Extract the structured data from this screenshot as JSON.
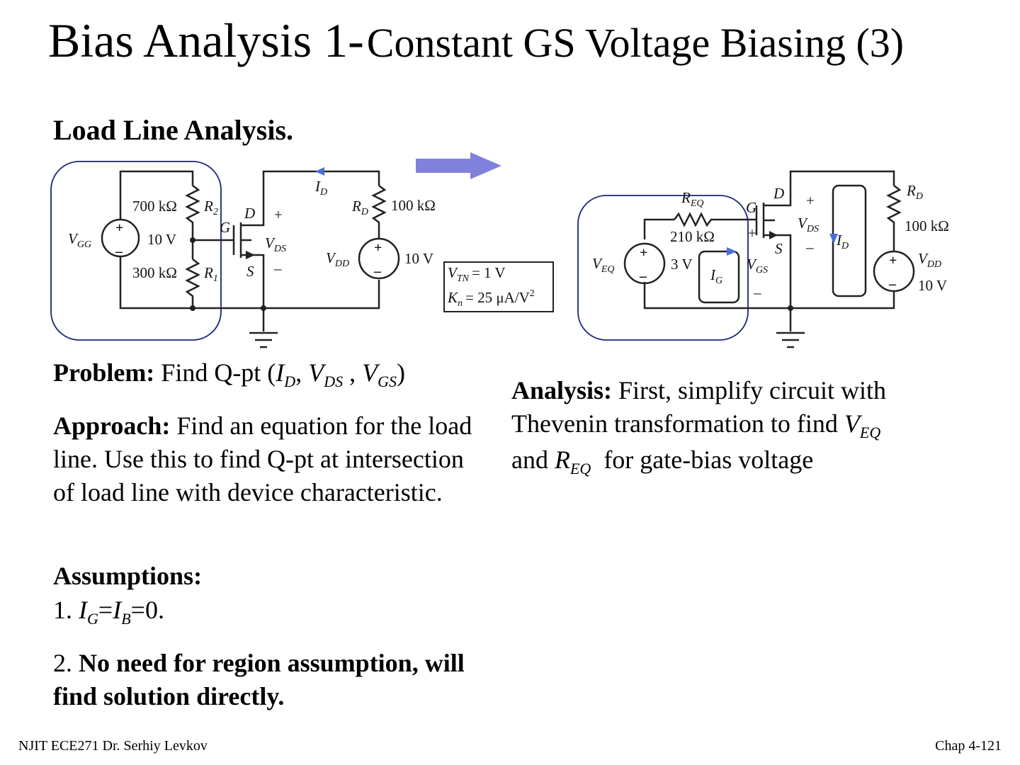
{
  "slide": {
    "title_main": "Bias Analysis 1-",
    "title_rest": "Constant GS Voltage Biasing (3)",
    "subtitle": "Load Line Analysis.",
    "problem_label": "Problem:",
    "problem_text": "Find Q-pt (",
    "problem_vars": [
      "I",
      "D",
      "V",
      "DS",
      "V",
      "GS"
    ],
    "approach_label": "Approach:",
    "approach_text": "Find an equation for the load line.  Use this to find Q-pt at intersection of load line with device characteristic.",
    "assumptions_label": "Assumptions:",
    "assumption1_prefix": "1.",
    "assumption1_tail": "=0.",
    "assumption2_prefix": "2.",
    "assumption2_bold": "No need for region assumption, will find solution directly.",
    "analysis_label": "Analysis:",
    "analysis_text1": "First, simplify circuit with Thevenin transformation to find",
    "analysis_and": "and",
    "analysis_text2": "for gate-bias voltage"
  },
  "circuit_left": {
    "vgg": "V",
    "vgg_sub": "GG",
    "vgg_value": "10 V",
    "r2_value": "700 kΩ",
    "r2": "R",
    "r2_sub": "2",
    "r1_value": "300 kΩ",
    "r1": "R",
    "r1_sub": "1",
    "rd": "R",
    "rd_sub": "D",
    "rd_value": "100 kΩ",
    "vdd": "V",
    "vdd_sub": "DD",
    "vdd_value": "10 V",
    "id": "I",
    "id_sub": "D",
    "g": "G",
    "d": "D",
    "s": "S",
    "vds": "V",
    "vds_sub": "DS",
    "plus": "+",
    "minus": "–",
    "params": {
      "vtn": "V",
      "vtn_sub": "TN",
      "vtn_value": "= 1 V",
      "kn": "K",
      "kn_sub": "n",
      "kn_value": "= 25 μA/V",
      "kn_exp": "2"
    }
  },
  "circuit_right": {
    "req": "R",
    "req_sub": "EQ",
    "req_value": "210 kΩ",
    "veq": "V",
    "veq_sub": "EQ",
    "veq_value": "3 V",
    "ig": "I",
    "ig_sub": "G",
    "g": "G",
    "d": "D",
    "s": "S",
    "vds": "V",
    "vds_sub": "DS",
    "vgs": "V",
    "vgs_sub": "GS",
    "id": "I",
    "id_sub": "D",
    "rd": "R",
    "rd_sub": "D",
    "rd_value": "100 kΩ",
    "vdd": "V",
    "vdd_sub": "DD",
    "vdd_value": "10 V",
    "plus": "+",
    "minus": "–"
  },
  "footer": {
    "left": "NJIT  ECE271 Dr. Serhiy Levkov",
    "right": "Chap 4-121"
  },
  "colors": {
    "arrow": "#8080dd",
    "highlight_box": "#1a237e",
    "wire": "#222222",
    "current_arrow": "#4a6fd8"
  }
}
